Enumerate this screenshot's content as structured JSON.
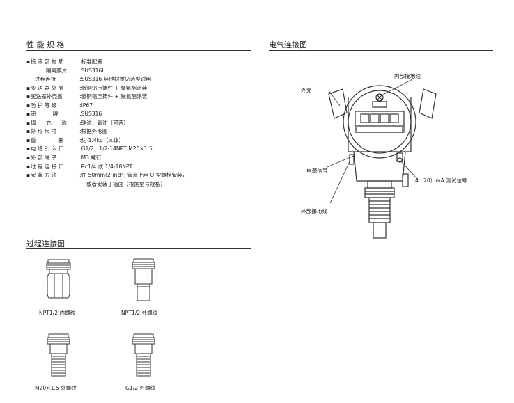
{
  "sections": {
    "specs_title": "性 能 规 格",
    "process_title": "过程连接图",
    "electrical_title": "电气连接图"
  },
  "specs": [
    {
      "key": "接 液 部 材 质",
      "sep": ":",
      "value": "标准配置",
      "bullet": true
    },
    {
      "key": "隔离膜片",
      "sep": ":",
      "value": "SUS316L",
      "bullet": false
    },
    {
      "key": "过程连接",
      "sep": ":",
      "value": "SUS316 其他材质见选型说明",
      "bullet": false
    },
    {
      "key": "变 送 器 外 壳",
      "sep": ":",
      "value": "低铜铝压铸件 + 聚氨酯涂装",
      "bullet": true
    },
    {
      "key": "变送器外壳盖",
      "sep": ":",
      "value": "低铜铝压铸件 + 聚氨酯涂装",
      "bullet": true
    },
    {
      "key": "防 护 等 级",
      "sep": ":",
      "value": "IP67",
      "bullet": true
    },
    {
      "key": "铭          牌",
      "sep": ":",
      "value": "SUS316",
      "bullet": true
    },
    {
      "key": "填      充      油",
      "sep": ":",
      "value": "硅油，氟油（可选）",
      "bullet": true
    },
    {
      "key": "外 形 尺 寸",
      "sep": ":",
      "value": "根据外形图",
      "bullet": true
    },
    {
      "key": "重             量",
      "sep": ":",
      "value": "约 1.4kg（本体）",
      "bullet": true
    },
    {
      "key": "电 缆 引 入 口",
      "sep": ":",
      "value": "G1/2，1/2-14NPT,M20×1.5",
      "bullet": true
    },
    {
      "key": "外 部 端 子",
      "sep": ":",
      "value": "M3 螺钉",
      "bullet": true
    },
    {
      "key": "过 程 连 接 口",
      "sep": ":",
      "value": "Rc1/4 或 1/4-18NPT",
      "bullet": true
    },
    {
      "key": "安 装 方 法",
      "sep": ":",
      "value": "在 50mm(2-inch) 管道上用 U 型螺栓安装，",
      "bullet": true
    },
    {
      "key": "",
      "sep": "",
      "value": "或者安装于墙面（根据型号规格）",
      "bullet": false
    }
  ],
  "fittings": [
    {
      "caption": "NPT1/2 内螺纹"
    },
    {
      "caption": "NPT1/2 外螺纹"
    },
    {
      "caption": "M20×1.5 外螺纹"
    },
    {
      "caption": "G1/2 外螺纹"
    }
  ],
  "callouts": {
    "internal_ground": "内部接地线",
    "housing": "外壳",
    "power_signal": "电源信号",
    "test_signal": "4...20）mA 测试信号",
    "external_ground": "外部接地线"
  },
  "colors": {
    "line": "#333333",
    "text": "#222222"
  }
}
